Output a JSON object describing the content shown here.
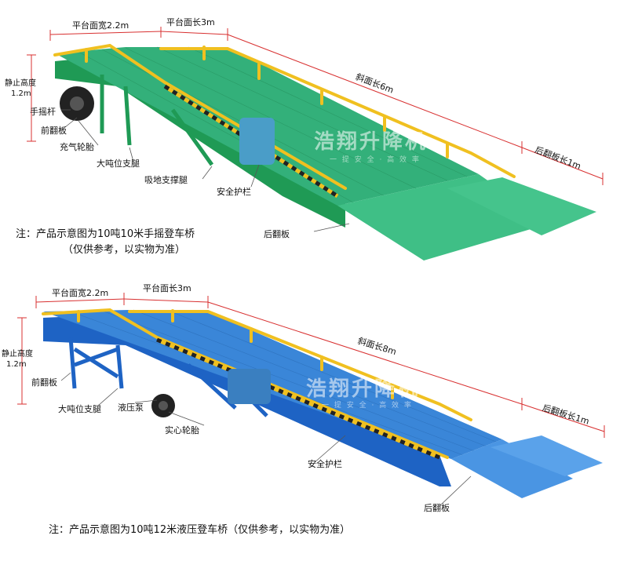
{
  "brand": {
    "watermark": "浩翔升降机",
    "watermark_tagline": "一 提 安 全 · 高 效 率",
    "colors": {
      "ramp_green": "#33b07a",
      "frame_green": "#1f9a55",
      "ramp_blue": "#3a86d8",
      "frame_blue": "#1e63c4",
      "rail_yellow": "#f0c020",
      "dimension_red": "#d83030"
    }
  },
  "top_product": {
    "dimensions": {
      "platform_width": "平台面宽2.2m",
      "platform_length": "平台面长3m",
      "slope_length": "斜面长6m",
      "rear_flap_length": "后翻板长1m",
      "static_height": "静止高度",
      "static_height_value": "1.2m"
    },
    "parts": {
      "hand_crank": "手摇杆",
      "front_flap": "前翻板",
      "pneumatic_tire": "充气轮胎",
      "heavy_leg": "大吨位支腿",
      "ground_leg": "吸地支撑腿",
      "guardrail": "安全护栏",
      "rear_flap": "后翻板"
    },
    "note_line1": "注：产品示意图为10吨10米手摇登车桥",
    "note_line2": "（仅供参考，以实物为准）"
  },
  "bottom_product": {
    "dimensions": {
      "platform_width": "平台面宽2.2m",
      "platform_length": "平台面长3m",
      "slope_length": "斜面长8m",
      "rear_flap_length": "后翻板长1m",
      "static_height": "静止高度",
      "static_height_value": "1.2m"
    },
    "parts": {
      "front_flap": "前翻板",
      "heavy_leg": "大吨位支腿",
      "hydraulic_pump": "液压泵",
      "solid_tire": "实心轮胎",
      "guardrail": "安全护栏",
      "rear_flap": "后翻板"
    },
    "note": "注：产品示意图为10吨12米液压登车桥（仅供参考，以实物为准）"
  }
}
